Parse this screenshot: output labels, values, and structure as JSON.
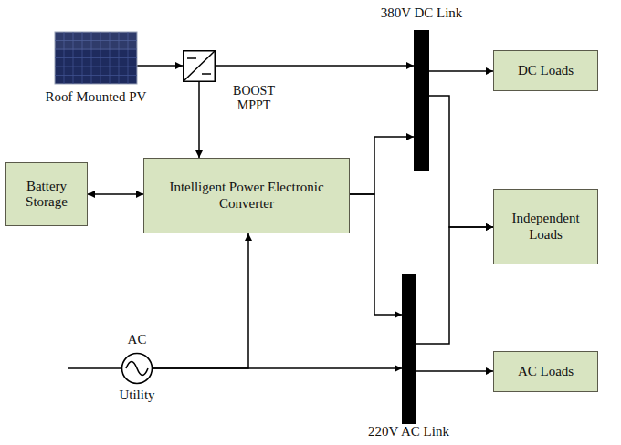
{
  "diagram": {
    "nodes": [
      {
        "text": [
          "Roof Mounted PV"
        ]
      },
      {
        "text": [
          "BOOST MPPT"
        ]
      },
      {
        "text": [
          "Battery Storage"
        ]
      },
      {
        "text": [
          "Intelligent Power Electronic Converter"
        ]
      },
      {
        "text": [
          "AC",
          "Utility"
        ]
      },
      {
        "text": [
          "380V DC Link"
        ]
      },
      {
        "text": [
          "220V AC Link"
        ]
      },
      {
        "text": [
          "DC Loads"
        ]
      },
      {
        "text": [
          "Independent Loads"
        ]
      },
      {
        "text": [
          "AC Loads"
        ]
      }
    ],
    "edges": [
      {
        "from": 0,
        "to": 1,
        "arrow": "to"
      },
      {
        "from": 1,
        "to": 5,
        "arrow": "to"
      },
      {
        "from": 1,
        "to": 3,
        "arrow": "to"
      },
      {
        "from": 2,
        "to": 3,
        "arrow": "both"
      },
      {
        "from": 3,
        "to": 5,
        "arrow": "to"
      },
      {
        "from": 3,
        "to": 6,
        "arrow": "to"
      },
      {
        "from": 4,
        "to": 3,
        "arrow": "to"
      },
      {
        "from": 4,
        "to": 6,
        "arrow": "to"
      },
      {
        "from": 5,
        "to": 7,
        "arrow": "to"
      },
      {
        "from": 5,
        "to": 8,
        "arrow": "to"
      },
      {
        "from": 6,
        "to": 8,
        "arrow": "to"
      },
      {
        "from": 6,
        "to": 9,
        "arrow": "to"
      }
    ]
  }
}
